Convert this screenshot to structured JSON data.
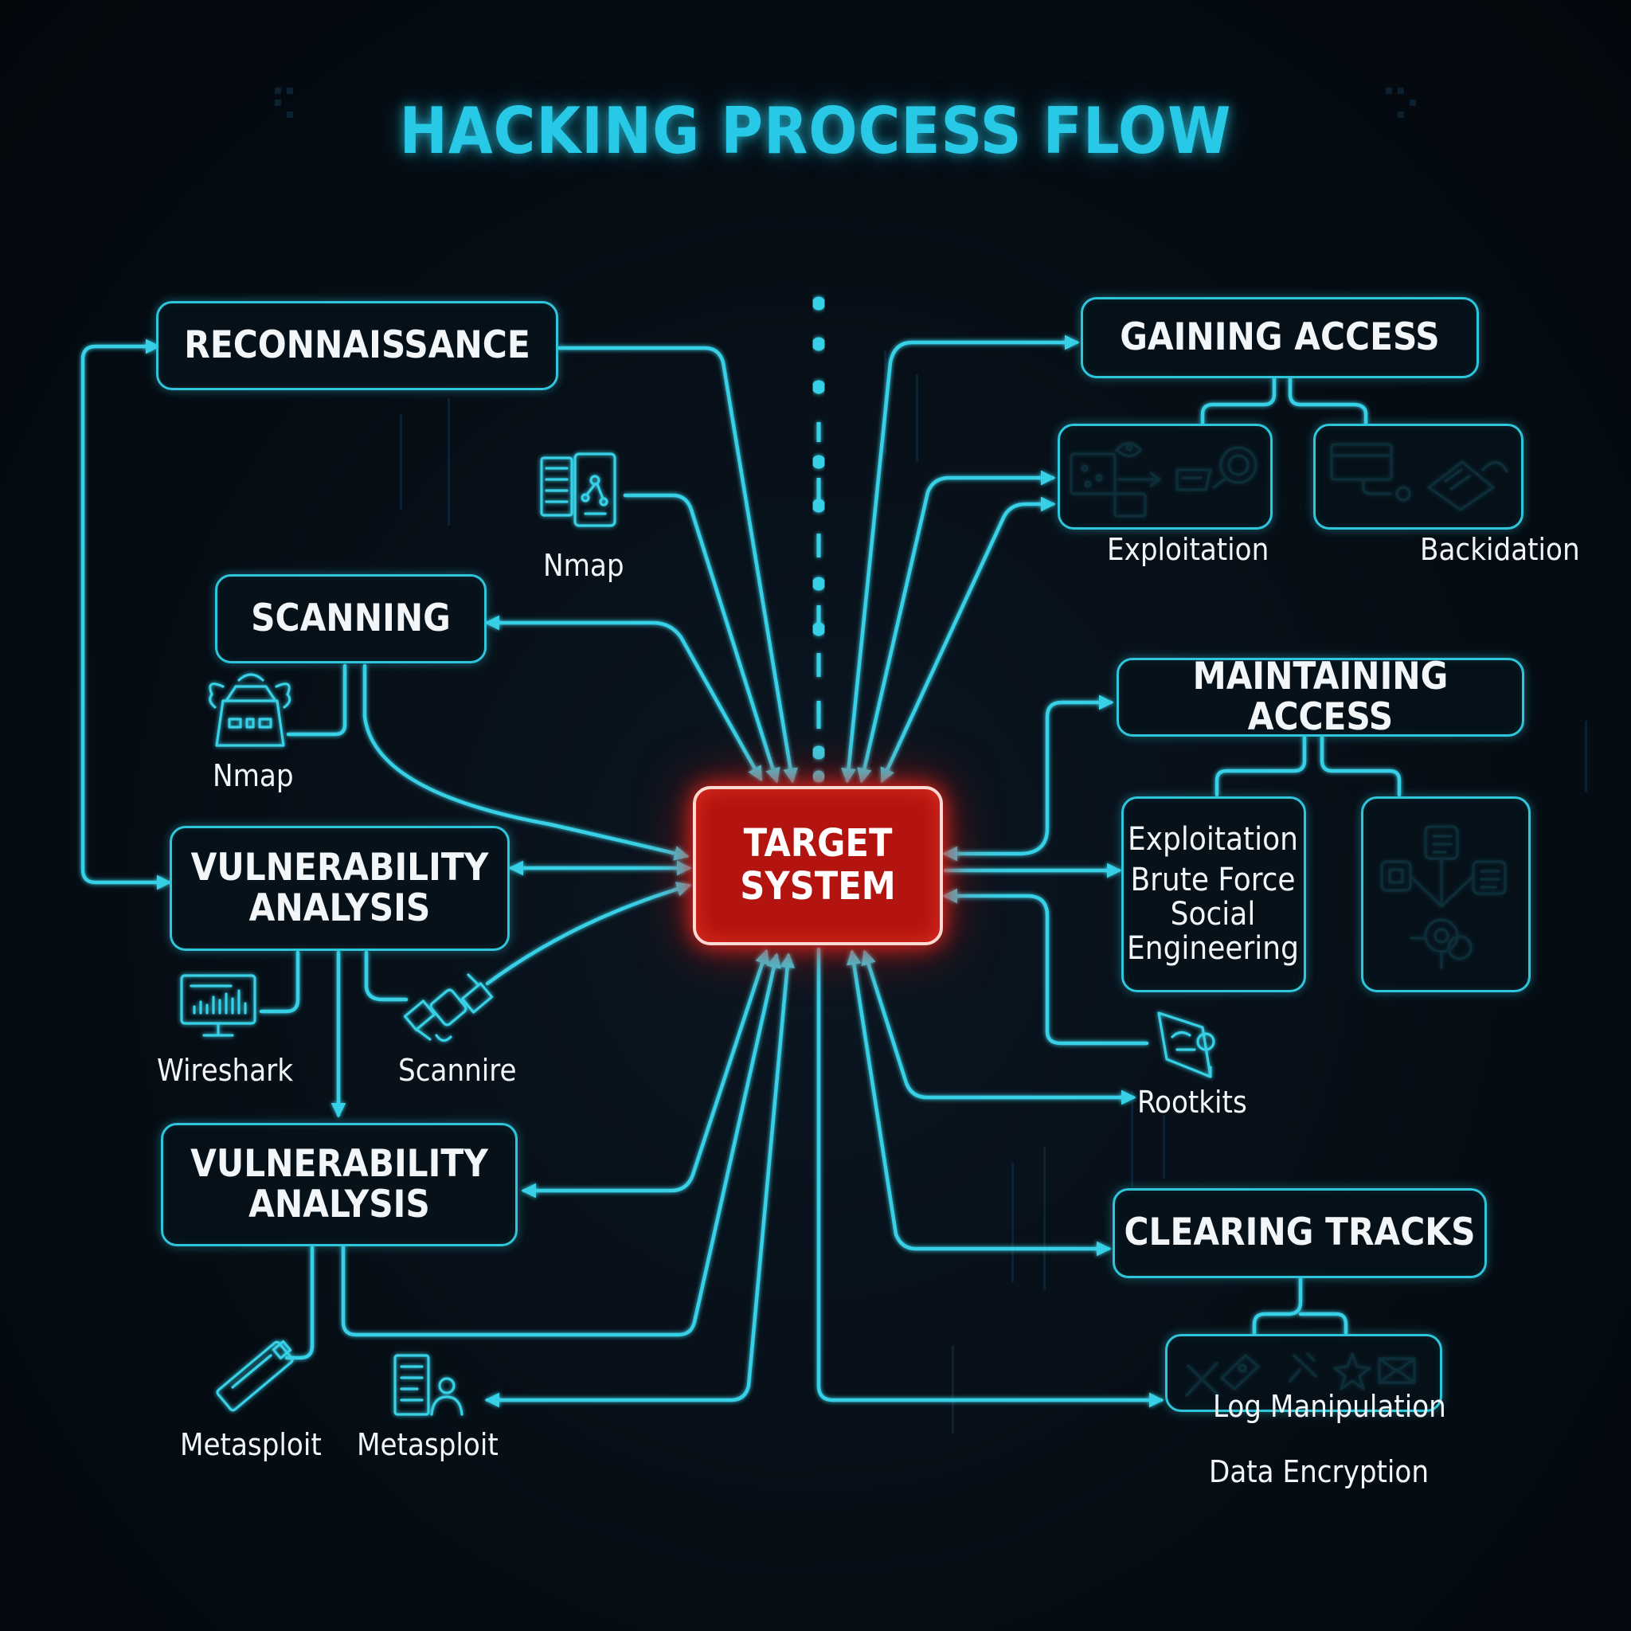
{
  "diagram": {
    "title": "HACKING PROCESS FLOW",
    "center": [
      "TARGET",
      "SYSTEM"
    ],
    "stages": {
      "reconnaissance": "RECONNAISSANCE",
      "scanning": "SCANNING",
      "vuln_analysis_1": [
        "VULNERABILITY",
        "ANALYSIS"
      ],
      "vuln_analysis_2": [
        "VULNERABILITY",
        "ANALYSIS"
      ],
      "gaining_access": "GAINING ACCESS",
      "maintaining_access": "MAINTAINING ACCESS",
      "clearing_tracks": "CLEARING TRACKS"
    },
    "tools": {
      "nmap_recon": "Nmap",
      "nmap_scan": "Nmap",
      "wireshark": "Wireshark",
      "scannire": "Scannire",
      "metasploit_1": "Metasploit",
      "metasploit_2": "Metasploit",
      "exploitation": "Exploitation",
      "backidation": "Backidation",
      "rootkits": "Rootkits",
      "log_manipulation": "Log Manipulation",
      "data_encryption": "Data Encryption"
    },
    "maintaining_methods": [
      "Exploitation",
      "Brute Force",
      "Social",
      "Engineering"
    ],
    "colors": {
      "accent": "#2fc6dc",
      "target": "#b3140f",
      "text": "#f2f6f8",
      "background": "#050b12"
    },
    "icons": [
      "network-scan-icon",
      "router-icon",
      "monitor-chart-icon",
      "satellite-icon",
      "usb-drive-icon",
      "document-user-icon",
      "exploit-panel-icon",
      "backdoor-icon",
      "workflow-icon",
      "rootkit-icon",
      "tools-icon"
    ]
  }
}
